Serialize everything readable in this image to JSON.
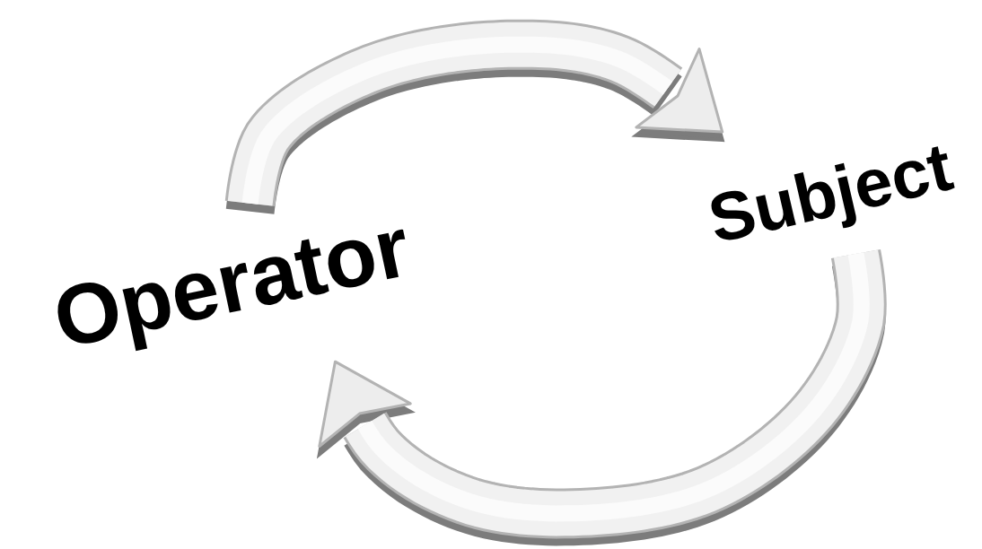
{
  "diagram": {
    "nodes": [
      {
        "text": [
          "Operator"
        ]
      },
      {
        "text": [
          "Subject"
        ]
      }
    ],
    "edges": [
      {
        "from": 0,
        "to": 1,
        "arrow": "to"
      },
      {
        "from": 1,
        "to": 0,
        "arrow": "to"
      }
    ]
  }
}
